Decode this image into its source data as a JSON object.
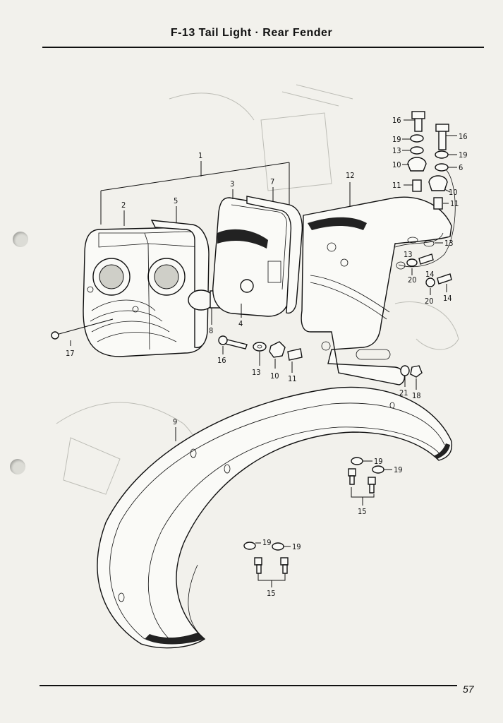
{
  "header": {
    "title": "F-13 Tail Light · Rear Fender"
  },
  "footer": {
    "page_number": "57"
  },
  "callouts": [
    {
      "id": "c1",
      "text": "1"
    },
    {
      "id": "c2",
      "text": "2"
    },
    {
      "id": "c3",
      "text": "3"
    },
    {
      "id": "c4",
      "text": "4"
    },
    {
      "id": "c5",
      "text": "5"
    },
    {
      "id": "c6",
      "text": "6"
    },
    {
      "id": "c7",
      "text": "7"
    },
    {
      "id": "c8",
      "text": "8"
    },
    {
      "id": "c9",
      "text": "9"
    },
    {
      "id": "c10a",
      "text": "10"
    },
    {
      "id": "c10b",
      "text": "10"
    },
    {
      "id": "c10c",
      "text": "10"
    },
    {
      "id": "c11a",
      "text": "11"
    },
    {
      "id": "c11b",
      "text": "11"
    },
    {
      "id": "c11c",
      "text": "11"
    },
    {
      "id": "c12",
      "text": "12"
    },
    {
      "id": "c13a",
      "text": "13"
    },
    {
      "id": "c13b",
      "text": "13"
    },
    {
      "id": "c13c",
      "text": "13"
    },
    {
      "id": "c13d",
      "text": "13"
    },
    {
      "id": "c14a",
      "text": "14"
    },
    {
      "id": "c14b",
      "text": "14"
    },
    {
      "id": "c15a",
      "text": "15"
    },
    {
      "id": "c15b",
      "text": "15"
    },
    {
      "id": "c16a",
      "text": "16"
    },
    {
      "id": "c16b",
      "text": "16"
    },
    {
      "id": "c16c",
      "text": "16"
    },
    {
      "id": "c17",
      "text": "17"
    },
    {
      "id": "c18",
      "text": "18"
    },
    {
      "id": "c19a",
      "text": "19"
    },
    {
      "id": "c19b",
      "text": "19"
    },
    {
      "id": "c19c",
      "text": "19"
    },
    {
      "id": "c19d",
      "text": "19"
    },
    {
      "id": "c19e",
      "text": "19"
    },
    {
      "id": "c19f",
      "text": "19"
    },
    {
      "id": "c20a",
      "text": "20"
    },
    {
      "id": "c20b",
      "text": "20"
    },
    {
      "id": "c21",
      "text": "21"
    }
  ]
}
